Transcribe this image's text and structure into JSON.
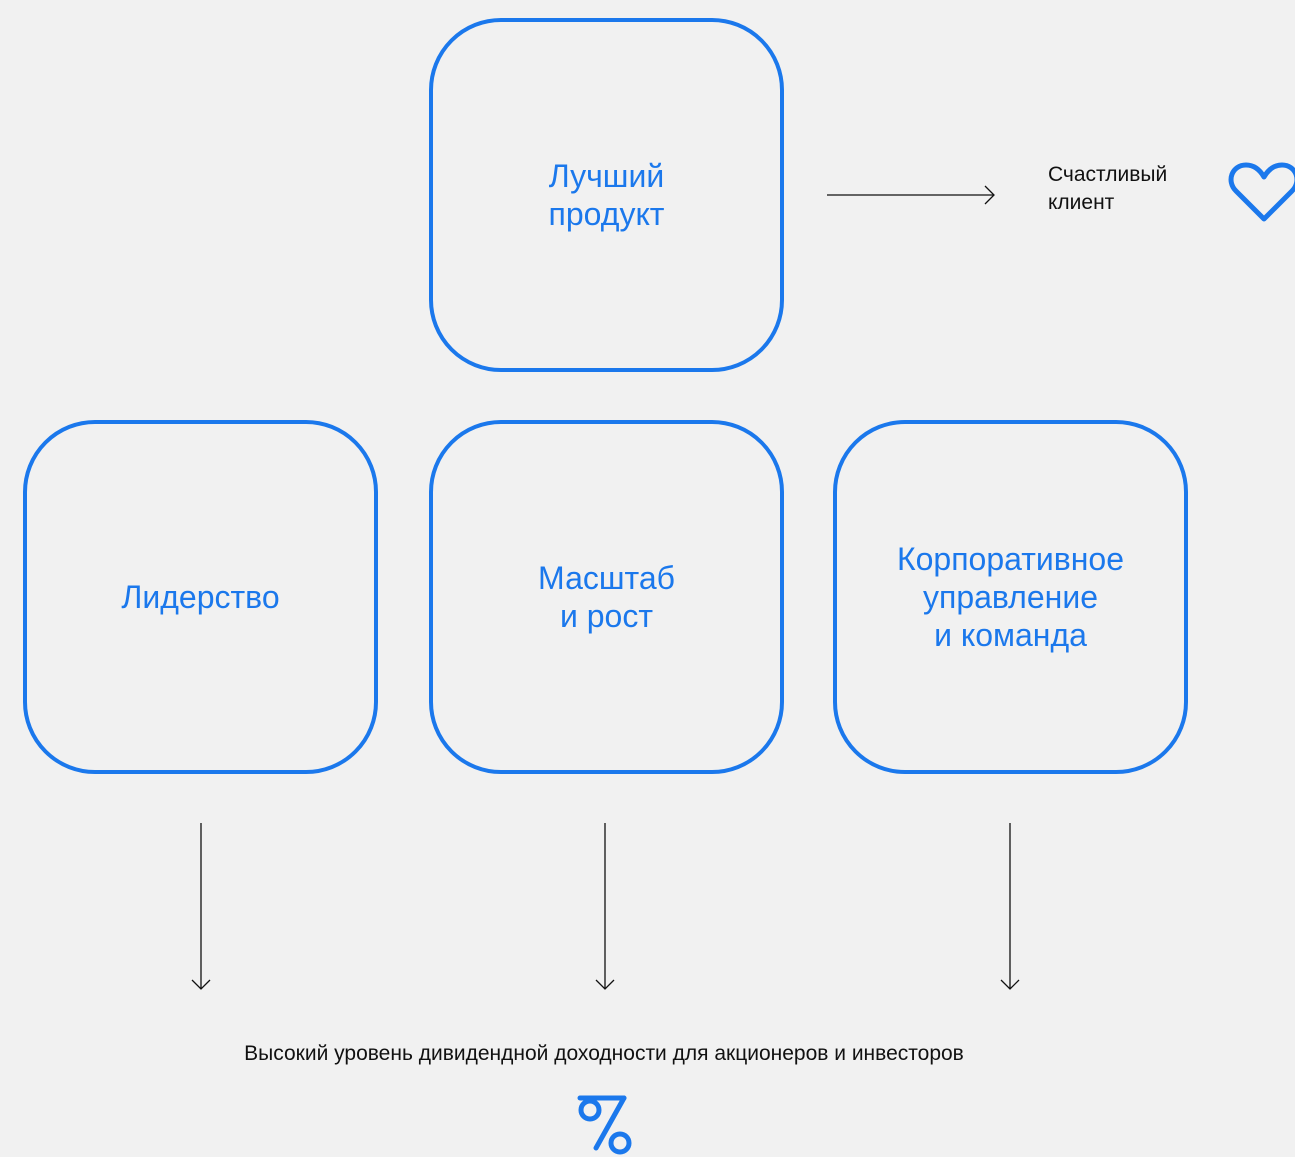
{
  "diagram": {
    "top_box": "Лучший\nпродукт",
    "happy_client": "Счастливый\nклиент",
    "boxes": [
      "Лидерство",
      "Масштаб\nи рост",
      "Корпоративное\nуправление\nи команда"
    ],
    "bottom_text": "Высокий уровень дивидендной доходности для акционеров и инвесторов"
  },
  "icons": {
    "heart": "heart-icon",
    "percent": "percent-icon"
  },
  "colors": {
    "accent": "#1b78ec",
    "background": "#f1f1f1",
    "text": "#111111"
  }
}
